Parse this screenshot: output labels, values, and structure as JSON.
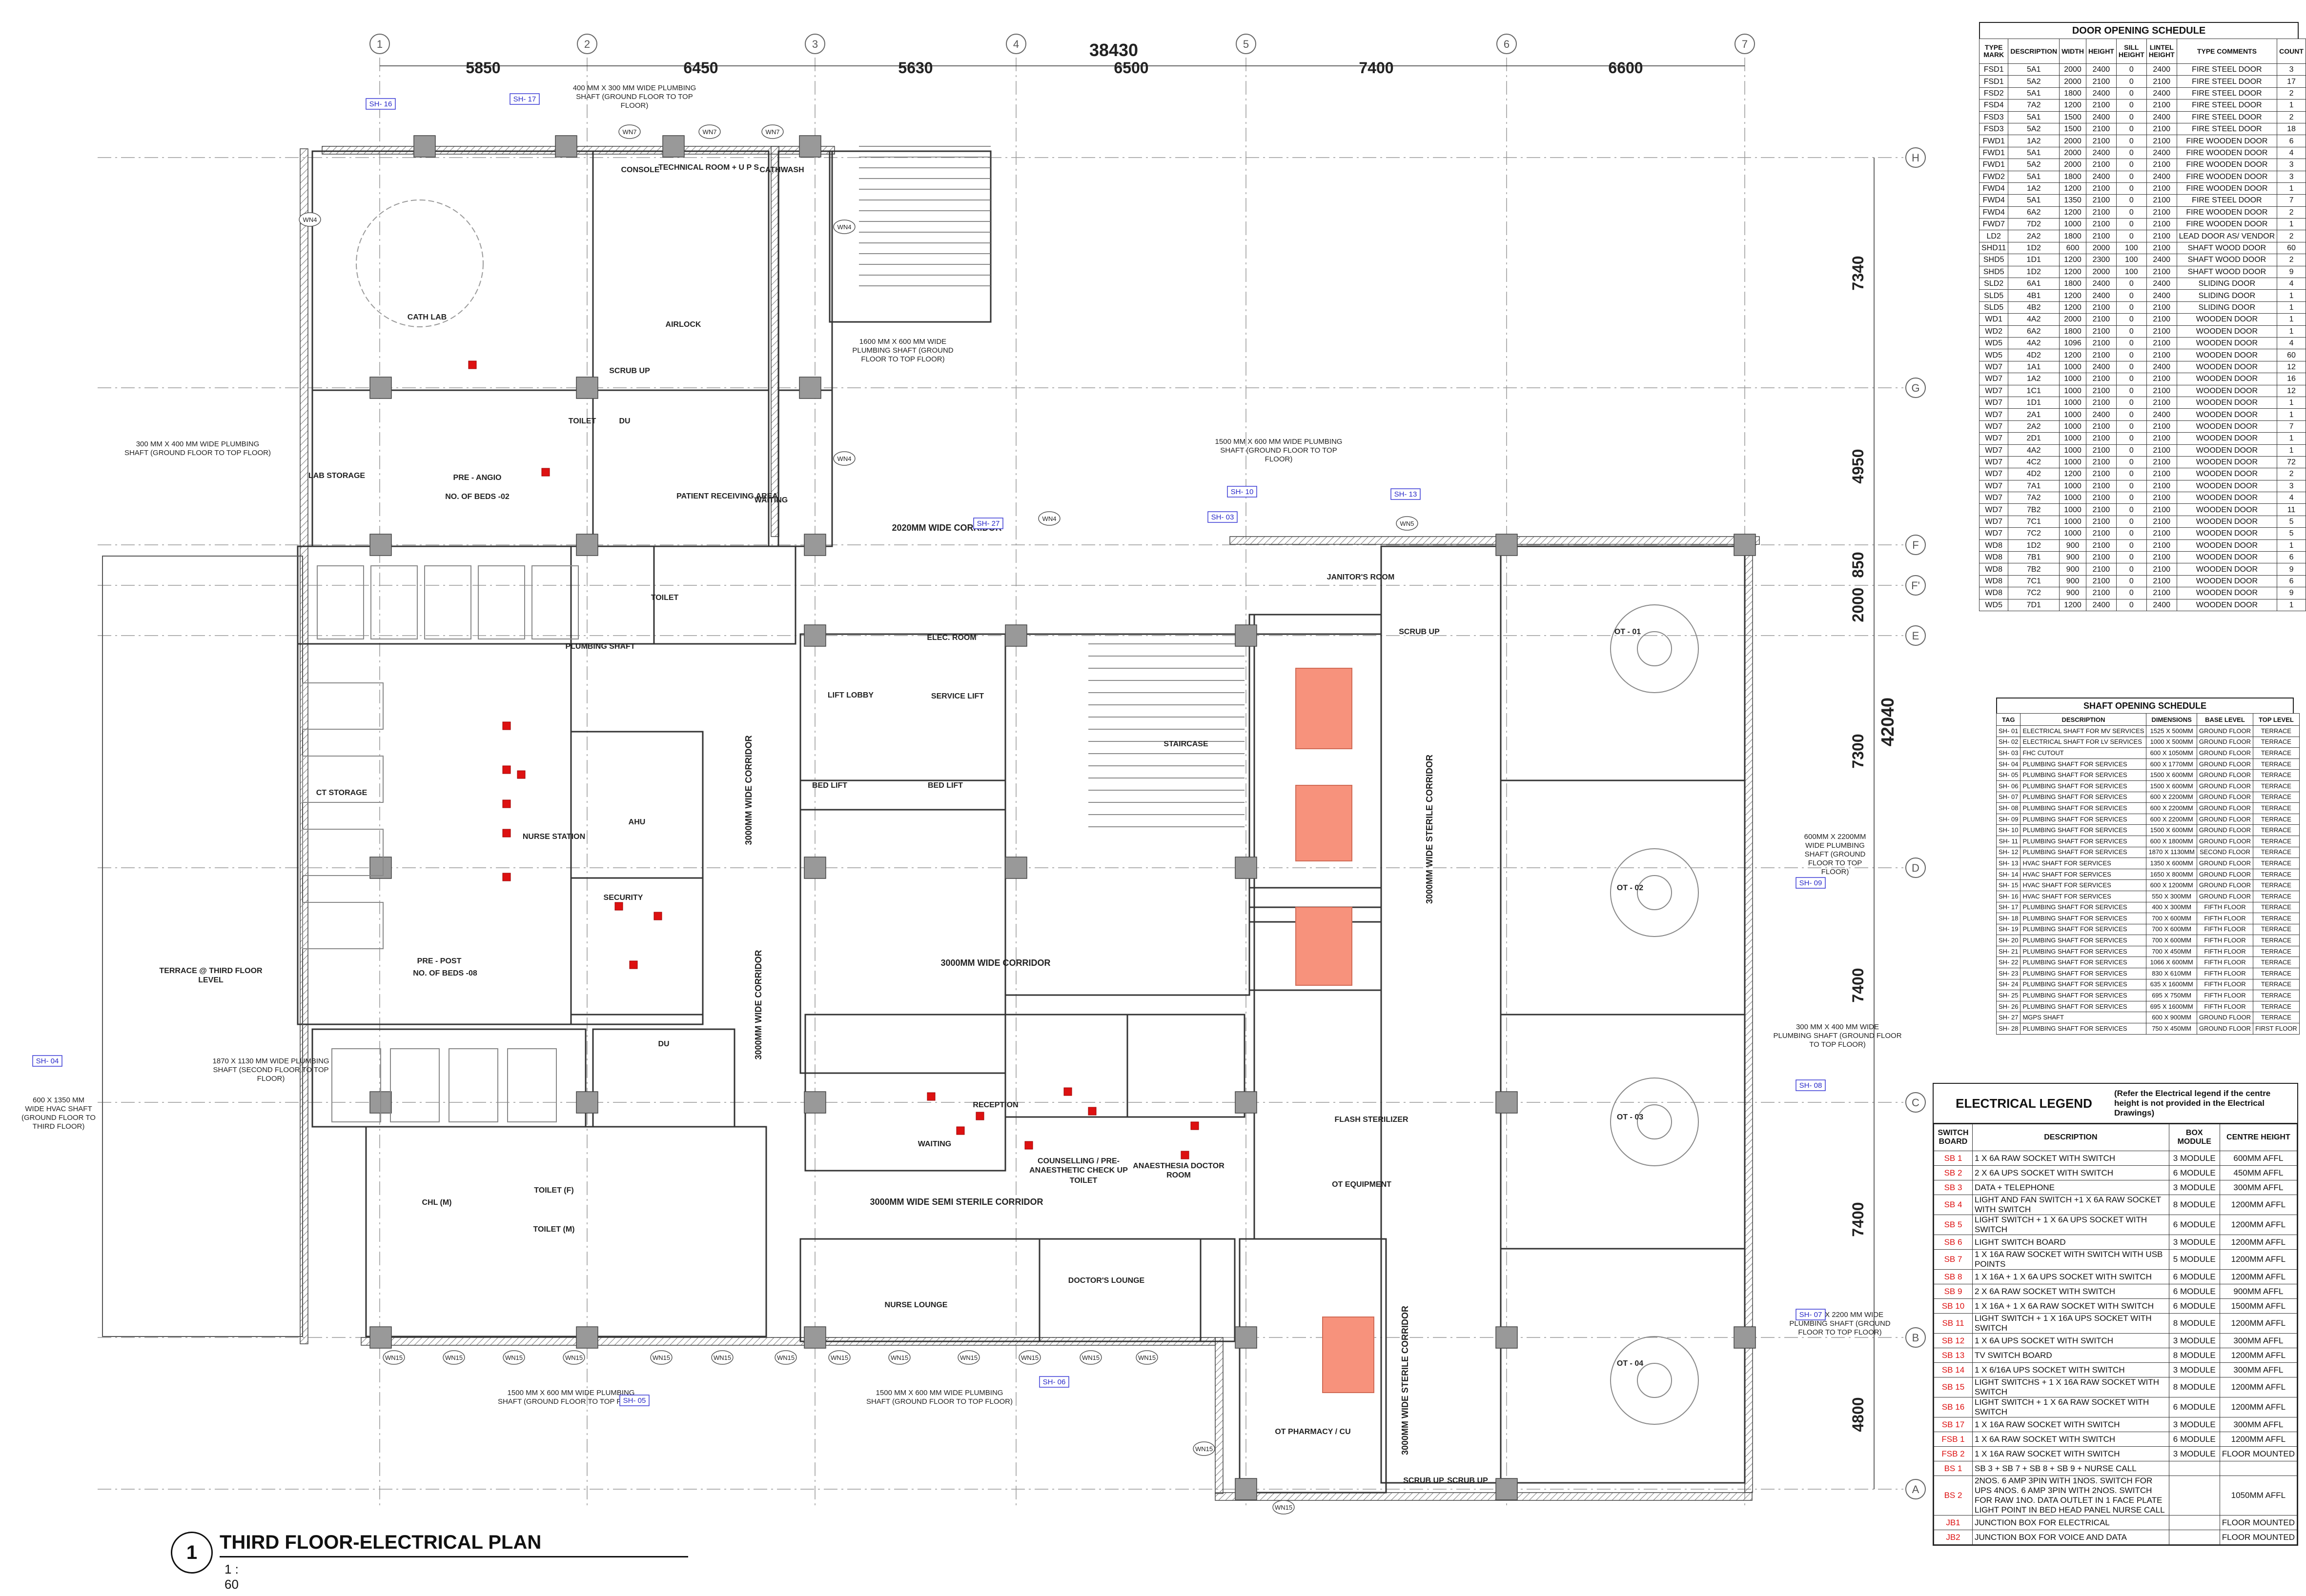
{
  "drawing": {
    "title": "THIRD FLOOR-ELECTRICAL PLAN",
    "number": "1",
    "scale": "1 : 60"
  },
  "grid_columns": [
    "1",
    "2",
    "3",
    "4",
    "5",
    "6",
    "7"
  ],
  "grid_rows": [
    "H",
    "G",
    "F",
    "F'",
    "E",
    "D",
    "C",
    "B",
    "A"
  ],
  "dims_top": {
    "total": "38430",
    "spans": [
      "5850",
      "6450",
      "5630",
      "6500",
      "7400",
      "6600"
    ]
  },
  "dims_right": {
    "total": "42040",
    "spans": [
      "7340",
      "4950",
      "850",
      "2000",
      "7300",
      "7400",
      "7400",
      "4800"
    ]
  },
  "rooms": [
    "CATH LAB",
    "CONSOLE",
    "TECHNICAL ROOM + U P S",
    "CATHWASH",
    "AIRLOCK",
    "SCRUB UP",
    "TOILET",
    "DU",
    "PRE - ANGIO",
    "NO. OF BEDS -02",
    "PATIENT RECEIVING AREA",
    "WAITING",
    "TOILET",
    "AHU",
    "NURSE STATION",
    "PRE - POST",
    "NO. OF BEDS -08",
    "SECURITY",
    "LIFT LOBBY",
    "SERVICE LIFT",
    "ELEC. ROOM",
    "BED LIFT",
    "BED LIFT",
    "STAIRCASE",
    "JANITOR'S ROOM",
    "SCRUB UP",
    "OT - 01",
    "OT - 02",
    "OT - 03",
    "OT - 04",
    "WAITING",
    "RECEPTION",
    "COUNSELLING / PRE- ANAESTHETIC CHECK UP",
    "TOILET",
    "ANAESTHESIA DOCTOR ROOM",
    "FLASH STERILIZER",
    "OT EQUIPMENT",
    "CHL (M)",
    "TOILET (F)",
    "TOILET (M)",
    "NURSE LOUNGE",
    "DOCTOR'S LOUNGE",
    "OT PHARMACY / CU",
    "SCRUB UP",
    "SCRUB UP",
    "DU",
    "TERRACE @ THIRD FLOOR LEVEL",
    "PLUMBING SHAFT",
    "LAB STORAGE",
    "CT STORAGE"
  ],
  "corridors": [
    "2020MM WIDE CORRIDOR",
    "3000MM WIDE CORRIDOR",
    "3000MM WIDE CORRIDOR",
    "3000MM WIDE CORRIDOR",
    "3000MM WIDE STERILE CORRIDOR",
    "3000MM WIDE SEMI STERILE CORRIDOR",
    "3000MM WIDE STERILE CORRIDOR"
  ],
  "notes": [
    "400 MM X 300 MM WIDE PLUMBING SHAFT (GROUND FLOOR TO TOP FLOOR)",
    "1600 MM X 600 MM WIDE PLUMBING SHAFT (GROUND FLOOR TO TOP FLOOR)",
    "300 MM X 400 MM WIDE PLUMBING SHAFT (GROUND FLOOR TO TOP FLOOR)",
    "1500 MM X 600 MM WIDE PLUMBING SHAFT (GROUND FLOOR TO TOP FLOOR)",
    "600MM X 2200MM WIDE PLUMBING SHAFT (GROUND FLOOR TO TOP FLOOR)",
    "300 MM X 400 MM WIDE PLUMBING SHAFT (GROUND FLOOR TO TOP FLOOR)",
    "600 X 1350 MM WIDE HVAC SHAFT (GROUND FLOOR TO THIRD FLOOR)",
    "1870 X 1130 MM WIDE PLUMBING SHAFT (SECOND FLOOR TO TOP FLOOR)",
    "600 MM X 2200 MM WIDE PLUMBING SHAFT (GROUND FLOOR TO TOP FLOOR)",
    "1500 MM X 600 MM WIDE PLUMBING SHAFT (GROUND FLOOR TO TOP FLOOR)",
    "1500 MM X 600 MM WIDE PLUMBING SHAFT (GROUND FLOOR TO TOP FLOOR)"
  ],
  "shaft_tags": [
    "SH- 16",
    "SH- 17",
    "SH- 27",
    "SH- 03",
    "SH- 10",
    "SH- 13",
    "SH- 09",
    "SH- 08",
    "SH- 07",
    "SH- 04",
    "SH- 05",
    "SH- 06"
  ],
  "window_tags": [
    "WN7",
    "WN7",
    "WN7",
    "WN4",
    "WN4",
    "WN4",
    "WN4",
    "WN5",
    "WN15",
    "WN15",
    "WN15",
    "WN15",
    "WN15",
    "WN15",
    "WN15",
    "WN15",
    "WN15",
    "WN15",
    "WN15",
    "WN15",
    "WN15",
    "WN15",
    "WN15"
  ],
  "schedules": {
    "door": {
      "title": "DOOR OPENING SCHEDULE",
      "headers": [
        "TYPE MARK",
        "DESCRIPTION",
        "WIDTH",
        "HEIGHT",
        "SILL HEIGHT",
        "LINTEL HEIGHT",
        "TYPE COMMENTS",
        "COUNT"
      ],
      "rows": [
        [
          "FSD1",
          "5A1",
          "2000",
          "2400",
          "0",
          "2400",
          "FIRE STEEL DOOR",
          "3"
        ],
        [
          "FSD1",
          "5A2",
          "2000",
          "2100",
          "0",
          "2100",
          "FIRE STEEL DOOR",
          "17"
        ],
        [
          "FSD2",
          "5A1",
          "1800",
          "2400",
          "0",
          "2400",
          "FIRE STEEL DOOR",
          "2"
        ],
        [
          "FSD4",
          "7A2",
          "1200",
          "2100",
          "0",
          "2100",
          "FIRE STEEL DOOR",
          "1"
        ],
        [
          "FSD3",
          "5A1",
          "1500",
          "2400",
          "0",
          "2400",
          "FIRE STEEL DOOR",
          "2"
        ],
        [
          "FSD3",
          "5A2",
          "1500",
          "2100",
          "0",
          "2100",
          "FIRE STEEL DOOR",
          "18"
        ],
        [
          "FWD1",
          "1A2",
          "2000",
          "2100",
          "0",
          "2100",
          "FIRE WOODEN DOOR",
          "6"
        ],
        [
          "FWD1",
          "5A1",
          "2000",
          "2400",
          "0",
          "2400",
          "FIRE WOODEN DOOR",
          "4"
        ],
        [
          "FWD1",
          "5A2",
          "2000",
          "2100",
          "0",
          "2100",
          "FIRE WOODEN DOOR",
          "3"
        ],
        [
          "FWD2",
          "5A1",
          "1800",
          "2400",
          "0",
          "2400",
          "FIRE WOODEN DOOR",
          "3"
        ],
        [
          "FWD4",
          "1A2",
          "1200",
          "2100",
          "0",
          "2100",
          "FIRE WOODEN DOOR",
          "1"
        ],
        [
          "FWD4",
          "5A1",
          "1350",
          "2100",
          "0",
          "2100",
          "FIRE STEEL DOOR",
          "7"
        ],
        [
          "FWD4",
          "6A2",
          "1200",
          "2100",
          "0",
          "2100",
          "FIRE WOODEN DOOR",
          "2"
        ],
        [
          "FWD7",
          "7D2",
          "1000",
          "2100",
          "0",
          "2100",
          "FIRE WOODEN DOOR",
          "1"
        ],
        [
          "LD2",
          "2A2",
          "1800",
          "2100",
          "0",
          "2100",
          "LEAD DOOR AS/ VENDOR",
          "2"
        ],
        [
          "SHD11",
          "1D2",
          "600",
          "2000",
          "100",
          "2100",
          "SHAFT WOOD DOOR",
          "60"
        ],
        [
          "SHD5",
          "1D1",
          "1200",
          "2300",
          "100",
          "2400",
          "SHAFT WOOD DOOR",
          "2"
        ],
        [
          "SHD5",
          "1D2",
          "1200",
          "2000",
          "100",
          "2100",
          "SHAFT WOOD DOOR",
          "9"
        ],
        [
          "SLD2",
          "6A1",
          "1800",
          "2400",
          "0",
          "2400",
          "SLIDING DOOR",
          "4"
        ],
        [
          "SLD5",
          "4B1",
          "1200",
          "2400",
          "0",
          "2400",
          "SLIDING DOOR",
          "1"
        ],
        [
          "SLD5",
          "4B2",
          "1200",
          "2100",
          "0",
          "2100",
          "SLIDING DOOR",
          "1"
        ],
        [
          "WD1",
          "4A2",
          "2000",
          "2100",
          "0",
          "2100",
          "WOODEN DOOR",
          "1"
        ],
        [
          "WD2",
          "6A2",
          "1800",
          "2100",
          "0",
          "2100",
          "WOODEN DOOR",
          "1"
        ],
        [
          "WD5",
          "4A2",
          "1096",
          "2100",
          "0",
          "2100",
          "WOODEN DOOR",
          "4"
        ],
        [
          "WD5",
          "4D2",
          "1200",
          "2100",
          "0",
          "2100",
          "WOODEN DOOR",
          "60"
        ],
        [
          "WD7",
          "1A1",
          "1000",
          "2400",
          "0",
          "2400",
          "WOODEN DOOR",
          "12"
        ],
        [
          "WD7",
          "1A2",
          "1000",
          "2100",
          "0",
          "2100",
          "WOODEN DOOR",
          "16"
        ],
        [
          "WD7",
          "1C1",
          "1000",
          "2100",
          "0",
          "2100",
          "WOODEN DOOR",
          "12"
        ],
        [
          "WD7",
          "1D1",
          "1000",
          "2100",
          "0",
          "2100",
          "WOODEN DOOR",
          "1"
        ],
        [
          "WD7",
          "2A1",
          "1000",
          "2400",
          "0",
          "2400",
          "WOODEN DOOR",
          "1"
        ],
        [
          "WD7",
          "2A2",
          "1000",
          "2100",
          "0",
          "2100",
          "WOODEN DOOR",
          "7"
        ],
        [
          "WD7",
          "2D1",
          "1000",
          "2100",
          "0",
          "2100",
          "WOODEN DOOR",
          "1"
        ],
        [
          "WD7",
          "4A2",
          "1000",
          "2100",
          "0",
          "2100",
          "WOODEN DOOR",
          "1"
        ],
        [
          "WD7",
          "4C2",
          "1000",
          "2100",
          "0",
          "2100",
          "WOODEN DOOR",
          "72"
        ],
        [
          "WD7",
          "4D2",
          "1200",
          "2100",
          "0",
          "2100",
          "WOODEN DOOR",
          "2"
        ],
        [
          "WD7",
          "7A1",
          "1000",
          "2100",
          "0",
          "2100",
          "WOODEN DOOR",
          "3"
        ],
        [
          "WD7",
          "7A2",
          "1000",
          "2100",
          "0",
          "2100",
          "WOODEN DOOR",
          "4"
        ],
        [
          "WD7",
          "7B2",
          "1000",
          "2100",
          "0",
          "2100",
          "WOODEN DOOR",
          "11"
        ],
        [
          "WD7",
          "7C1",
          "1000",
          "2100",
          "0",
          "2100",
          "WOODEN DOOR",
          "5"
        ],
        [
          "WD7",
          "7C2",
          "1000",
          "2100",
          "0",
          "2100",
          "WOODEN DOOR",
          "5"
        ],
        [
          "WD8",
          "1D2",
          "900",
          "2100",
          "0",
          "2100",
          "WOODEN DOOR",
          "1"
        ],
        [
          "WD8",
          "7B1",
          "900",
          "2100",
          "0",
          "2100",
          "WOODEN DOOR",
          "6"
        ],
        [
          "WD8",
          "7B2",
          "900",
          "2100",
          "0",
          "2100",
          "WOODEN DOOR",
          "9"
        ],
        [
          "WD8",
          "7C1",
          "900",
          "2100",
          "0",
          "2100",
          "WOODEN DOOR",
          "6"
        ],
        [
          "WD8",
          "7C2",
          "900",
          "2100",
          "0",
          "2100",
          "WOODEN DOOR",
          "9"
        ],
        [
          "WD5",
          "7D1",
          "1200",
          "2400",
          "0",
          "2400",
          "WOODEN DOOR",
          "1"
        ]
      ]
    },
    "shaft": {
      "title": "SHAFT OPENING SCHEDULE",
      "headers": [
        "TAG",
        "DESCRIPTION",
        "DIMENSIONS",
        "BASE LEVEL",
        "TOP LEVEL"
      ],
      "rows": [
        [
          "SH- 01",
          "ELECTRICAL SHAFT FOR MV SERVICES",
          "1525 X 500MM",
          "GROUND FLOOR",
          "TERRACE"
        ],
        [
          "SH- 02",
          "ELECTRICAL SHAFT FOR LV SERVICES",
          "1000 X 500MM",
          "GROUND FLOOR",
          "TERRACE"
        ],
        [
          "SH- 03",
          "FHC CUTOUT",
          "600 X 1050MM",
          "GROUND FLOOR",
          "TERRACE"
        ],
        [
          "SH- 04",
          "PLUMBING SHAFT FOR SERVICES",
          "600 X 1770MM",
          "GROUND FLOOR",
          "TERRACE"
        ],
        [
          "SH- 05",
          "PLUMBING SHAFT FOR SERVICES",
          "1500 X 600MM",
          "GROUND FLOOR",
          "TERRACE"
        ],
        [
          "SH- 06",
          "PLUMBING SHAFT FOR SERVICES",
          "1500 X 600MM",
          "GROUND FLOOR",
          "TERRACE"
        ],
        [
          "SH- 07",
          "PLUMBING SHAFT FOR SERVICES",
          "600 X 2200MM",
          "GROUND FLOOR",
          "TERRACE"
        ],
        [
          "SH- 08",
          "PLUMBING SHAFT FOR SERVICES",
          "600 X 2200MM",
          "GROUND FLOOR",
          "TERRACE"
        ],
        [
          "SH- 09",
          "PLUMBING SHAFT FOR SERVICES",
          "600 X 2200MM",
          "GROUND FLOOR",
          "TERRACE"
        ],
        [
          "SH- 10",
          "PLUMBING SHAFT FOR SERVICES",
          "1500 X 600MM",
          "GROUND FLOOR",
          "TERRACE"
        ],
        [
          "SH- 11",
          "PLUMBING SHAFT FOR SERVICES",
          "600 X 1800MM",
          "GROUND FLOOR",
          "TERRACE"
        ],
        [
          "SH- 12",
          "PLUMBING SHAFT FOR SERVICES",
          "1870 X 1130MM",
          "SECOND FLOOR",
          "TERRACE"
        ],
        [
          "SH- 13",
          "HVAC SHAFT FOR SERVICES",
          "1350 X 600MM",
          "GROUND FLOOR",
          "TERRACE"
        ],
        [
          "SH- 14",
          "HVAC SHAFT FOR SERVICES",
          "1650 X 800MM",
          "GROUND FLOOR",
          "TERRACE"
        ],
        [
          "SH- 15",
          "HVAC SHAFT FOR SERVICES",
          "600 X 1200MM",
          "GROUND FLOOR",
          "TERRACE"
        ],
        [
          "SH- 16",
          "HVAC SHAFT FOR SERVICES",
          "550 X 300MM",
          "GROUND FLOOR",
          "TERRACE"
        ],
        [
          "SH- 17",
          "PLUMBING SHAFT FOR SERVICES",
          "400 X 300MM",
          "FIFTH FLOOR",
          "TERRACE"
        ],
        [
          "SH- 18",
          "PLUMBING SHAFT FOR SERVICES",
          "700 X 600MM",
          "FIFTH FLOOR",
          "TERRACE"
        ],
        [
          "SH- 19",
          "PLUMBING SHAFT FOR SERVICES",
          "700 X 600MM",
          "FIFTH FLOOR",
          "TERRACE"
        ],
        [
          "SH- 20",
          "PLUMBING SHAFT FOR SERVICES",
          "700 X 600MM",
          "FIFTH FLOOR",
          "TERRACE"
        ],
        [
          "SH- 21",
          "PLUMBING SHAFT FOR SERVICES",
          "700 X 450MM",
          "FIFTH FLOOR",
          "TERRACE"
        ],
        [
          "SH- 22",
          "PLUMBING SHAFT FOR SERVICES",
          "1066 X 600MM",
          "FIFTH FLOOR",
          "TERRACE"
        ],
        [
          "SH- 23",
          "PLUMBING SHAFT FOR SERVICES",
          "830 X 610MM",
          "FIFTH FLOOR",
          "TERRACE"
        ],
        [
          "SH- 24",
          "PLUMBING SHAFT FOR SERVICES",
          "635 X 1600MM",
          "FIFTH FLOOR",
          "TERRACE"
        ],
        [
          "SH- 25",
          "PLUMBING SHAFT FOR SERVICES",
          "695 X 750MM",
          "FIFTH FLOOR",
          "TERRACE"
        ],
        [
          "SH- 26",
          "PLUMBING SHAFT FOR SERVICES",
          "695 X 1600MM",
          "FIFTH FLOOR",
          "TERRACE"
        ],
        [
          "SH- 27",
          "MGPS SHAFT",
          "600 X 900MM",
          "GROUND FLOOR",
          "TERRACE"
        ],
        [
          "SH- 28",
          "PLUMBING SHAFT FOR SERVICES",
          "750 X 450MM",
          "GROUND FLOOR",
          "FIRST FLOOR"
        ]
      ]
    },
    "legend": {
      "title": "ELECTRICAL LEGEND",
      "note": "(Refer the Electrical legend if the centre height is not provided in the Electrical Drawings)",
      "headers": [
        "SWITCH BOARD",
        "DESCRIPTION",
        "BOX MODULE",
        "CENTRE HEIGHT"
      ],
      "rows": [
        [
          "SB 1",
          "1 X 6A RAW SOCKET WITH SWITCH",
          "3 MODULE",
          "600MM AFFL"
        ],
        [
          "SB 2",
          "2 X 6A UPS SOCKET WITH SWITCH",
          "6 MODULE",
          "450MM AFFL"
        ],
        [
          "SB 3",
          "DATA + TELEPHONE",
          "3 MODULE",
          "300MM AFFL"
        ],
        [
          "SB 4",
          "LIGHT AND FAN SWITCH +1 X 6A RAW SOCKET WITH SWITCH",
          "8 MODULE",
          "1200MM AFFL"
        ],
        [
          "SB 5",
          "LIGHT SWITCH + 1 X 6A UPS SOCKET WITH SWITCH",
          "6 MODULE",
          "1200MM AFFL"
        ],
        [
          "SB 6",
          "LIGHT SWITCH BOARD",
          "3 MODULE",
          "1200MM AFFL"
        ],
        [
          "SB 7",
          "1 X 16A RAW SOCKET WITH SWITCH WITH USB POINTS",
          "5 MODULE",
          "1200MM AFFL"
        ],
        [
          "SB 8",
          "1 X 16A + 1 X 6A UPS SOCKET WITH SWITCH",
          "6 MODULE",
          "1200MM AFFL"
        ],
        [
          "SB 9",
          "2 X 6A RAW SOCKET WITH SWITCH",
          "6 MODULE",
          "900MM AFFL"
        ],
        [
          "SB 10",
          "1 X 16A + 1 X 6A RAW SOCKET WITH SWITCH",
          "6 MODULE",
          "1500MM AFFL"
        ],
        [
          "SB 11",
          "LIGHT SWITCH + 1 X 16A UPS SOCKET WITH SWITCH",
          "8 MODULE",
          "1200MM AFFL"
        ],
        [
          "SB 12",
          "1 X 6A UPS SOCKET WITH SWITCH",
          "3 MODULE",
          "300MM AFFL"
        ],
        [
          "SB 13",
          "TV SWITCH BOARD",
          "8 MODULE",
          "1200MM AFFL"
        ],
        [
          "SB 14",
          "1 X 6/16A UPS SOCKET WITH SWITCH",
          "3 MODULE",
          "300MM AFFL"
        ],
        [
          "SB 15",
          "LIGHT SWITCHS + 1 X 16A RAW SOCKET WITH SWITCH",
          "8 MODULE",
          "1200MM AFFL"
        ],
        [
          "SB 16",
          "LIGHT SWITCH + 1 X 6A RAW SOCKET WITH SWITCH",
          "6 MODULE",
          "1200MM AFFL"
        ],
        [
          "SB 17",
          "1 X 16A RAW SOCKET WITH SWITCH",
          "3 MODULE",
          "300MM AFFL"
        ],
        [
          "FSB 1",
          "1 X 6A RAW SOCKET WITH SWITCH",
          "6 MODULE",
          "1200MM AFFL"
        ],
        [
          "FSB 2",
          "1 X 16A RAW SOCKET WITH SWITCH",
          "3 MODULE",
          "FLOOR MOUNTED"
        ],
        [
          "BS 1",
          "SB 3 + SB 7 + SB 8 + SB 9 + NURSE CALL",
          "",
          ""
        ],
        [
          "BS 2",
          "2NOS. 6 AMP 3PIN WITH 1NOS. SWITCH FOR UPS 4NOS. 6 AMP 3PIN WITH 2NOS. SWITCH FOR RAW 1NO. DATA OUTLET IN 1 FACE PLATE LIGHT POINT IN BED HEAD PANEL NURSE CALL",
          "",
          "1050MM AFFL"
        ],
        [
          "JB1",
          "JUNCTION BOX FOR ELECTRICAL",
          "",
          "FLOOR MOUNTED"
        ],
        [
          "JB2",
          "JUNCTION BOX FOR VOICE AND DATA",
          "",
          "FLOOR MOUNTED"
        ]
      ]
    }
  }
}
